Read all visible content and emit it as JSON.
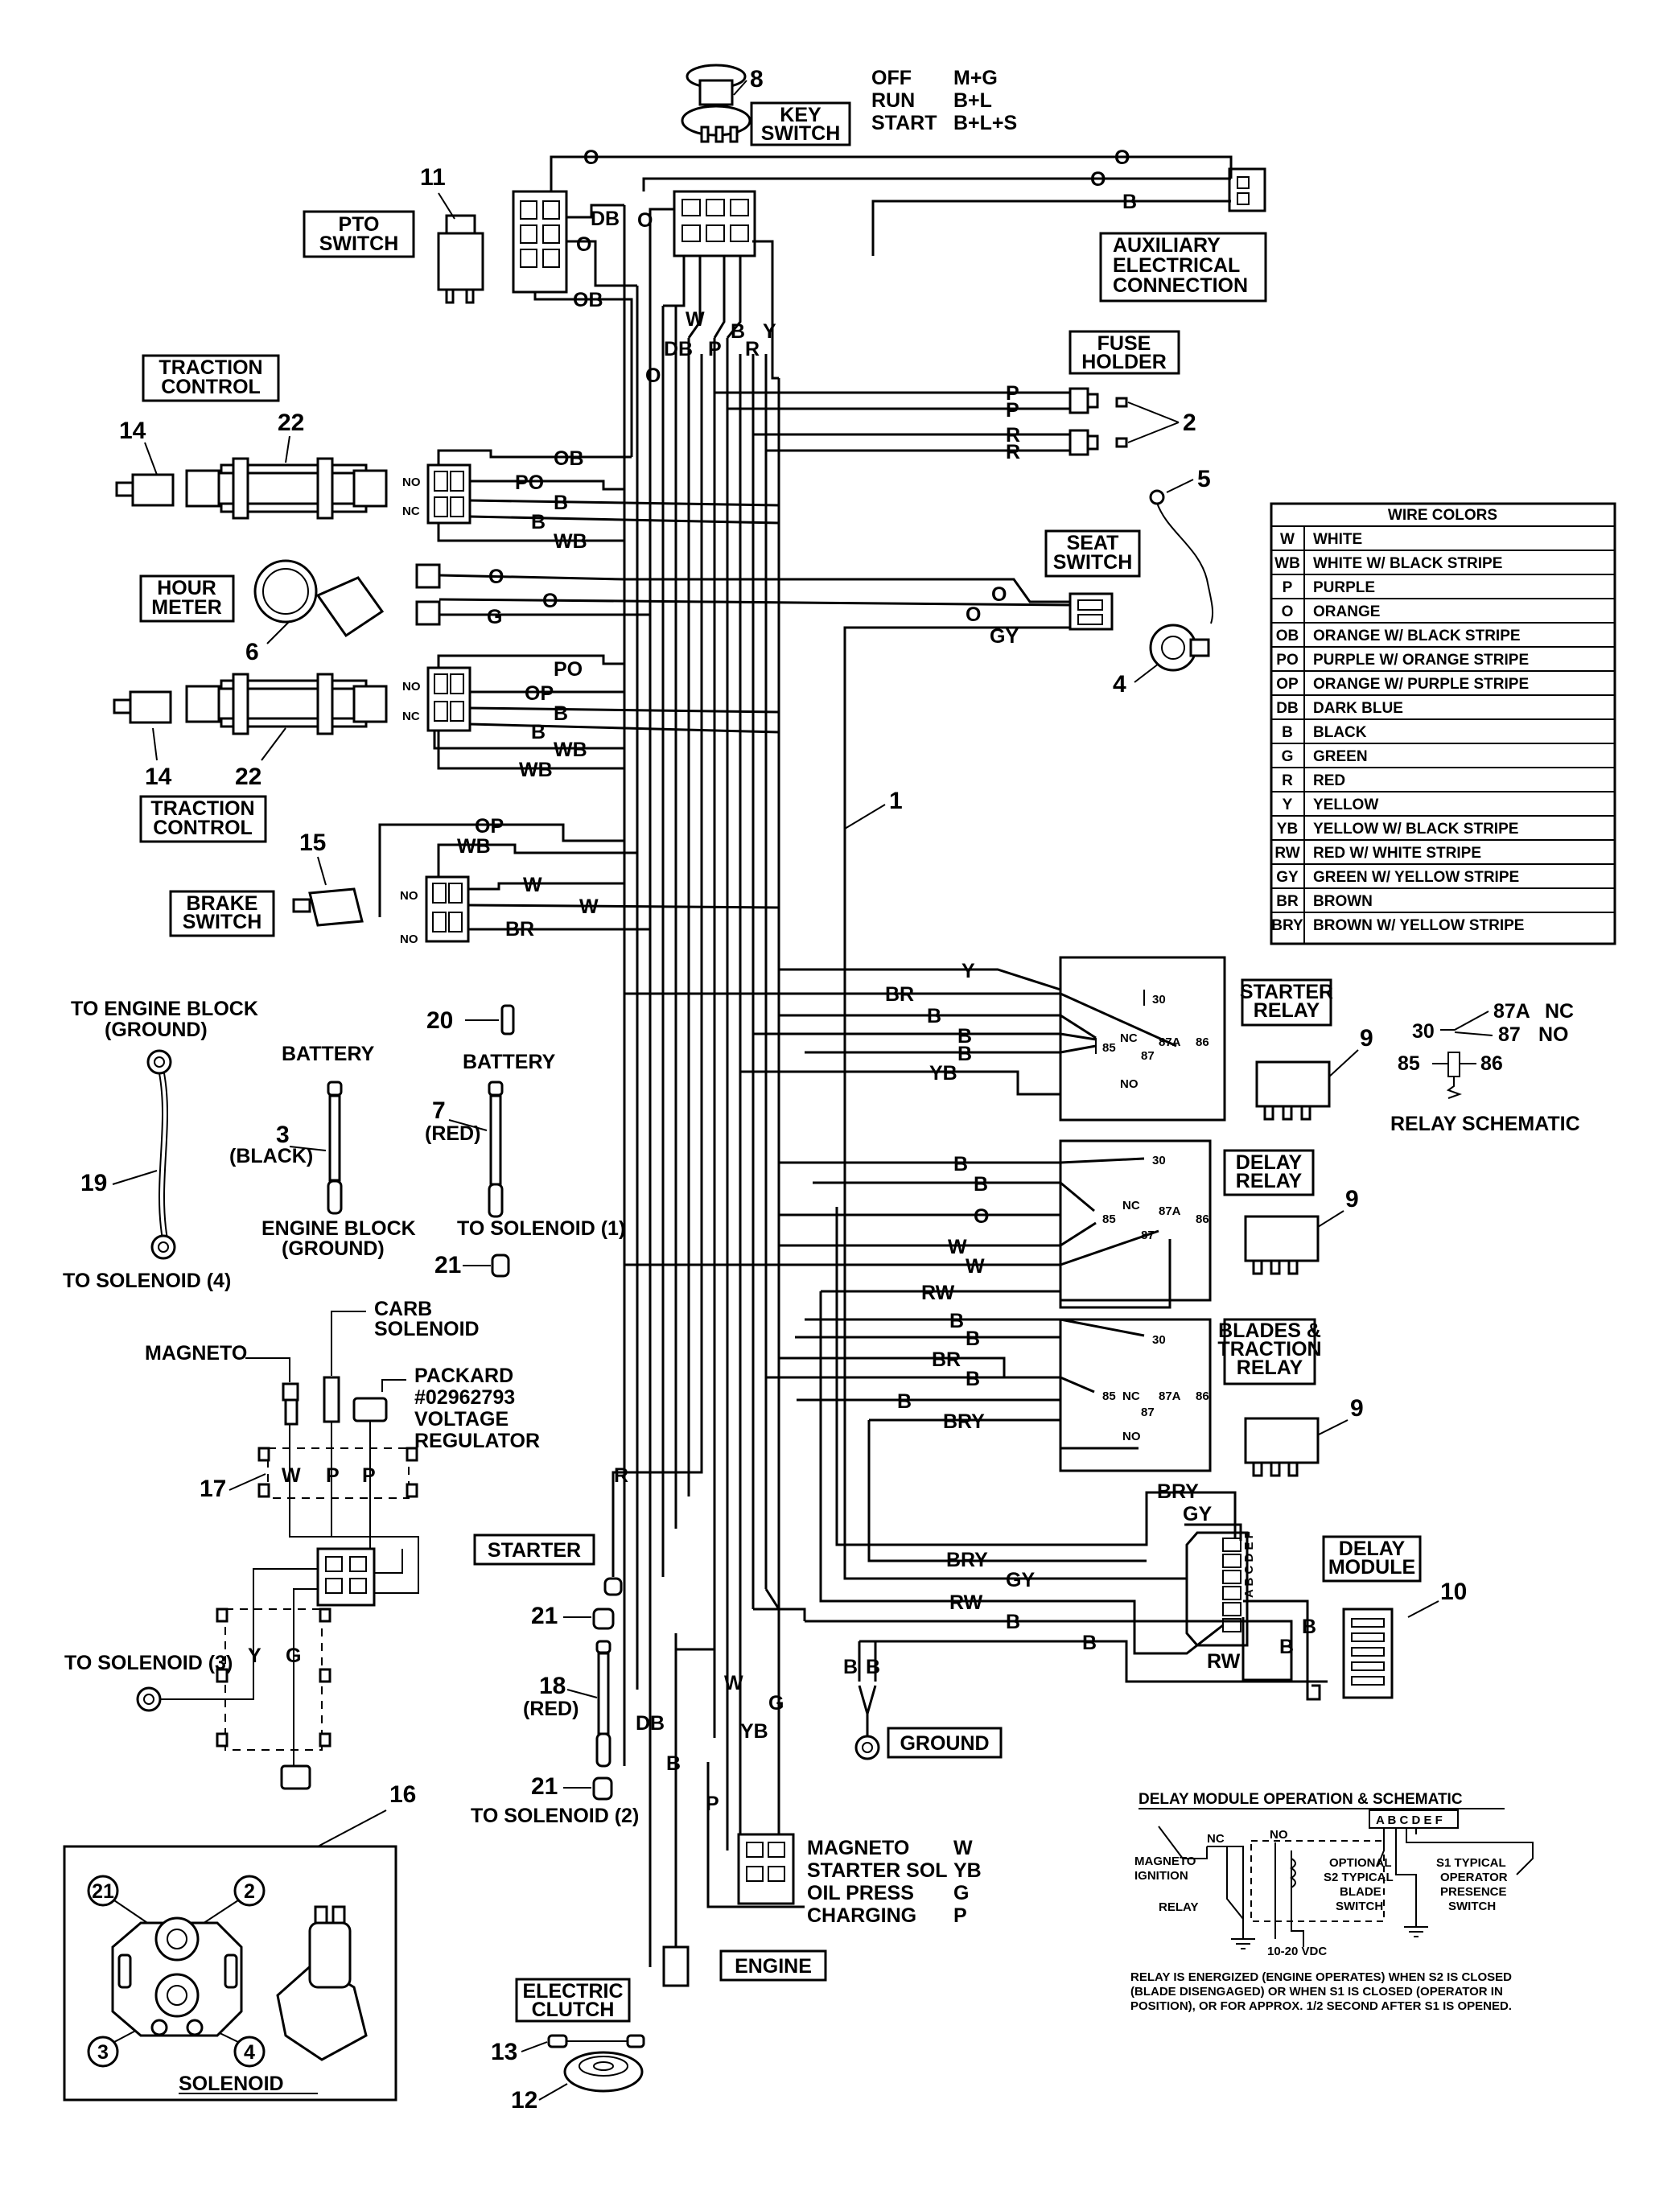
{
  "key_switch": {
    "label": [
      "KEY",
      "SWITCH"
    ],
    "callout": "8",
    "positions": [
      {
        "name": "OFF",
        "contacts": "M+G"
      },
      {
        "name": "RUN",
        "contacts": "B+L"
      },
      {
        "name": "START",
        "contacts": "B+L+S"
      }
    ]
  },
  "component_labels": {
    "pto_switch": [
      "PTO",
      "SWITCH"
    ],
    "aux_connection": [
      "AUXILIARY",
      "ELECTRICAL",
      "CONNECTION"
    ],
    "fuse_holder": [
      "FUSE",
      "HOLDER"
    ],
    "traction_control_top": [
      "TRACTION",
      "CONTROL"
    ],
    "traction_control_bottom": [
      "TRACTION",
      "CONTROL"
    ],
    "hour_meter": [
      "HOUR",
      "METER"
    ],
    "seat_switch": [
      "SEAT",
      "SWITCH"
    ],
    "brake_switch": [
      "BRAKE",
      "SWITCH"
    ],
    "starter_relay": [
      "STARTER",
      "RELAY"
    ],
    "delay_relay": [
      "DELAY",
      "RELAY"
    ],
    "blades_traction_relay": [
      "BLADES &",
      "TRACTION",
      "RELAY"
    ],
    "delay_module": [
      "DELAY",
      "MODULE"
    ],
    "starter": "STARTER",
    "ground": "GROUND",
    "engine": "ENGINE",
    "electric_clutch": [
      "ELECTRIC",
      "CLUTCH"
    ]
  },
  "callouts": {
    "n11": "11",
    "n2": "2",
    "n5": "5",
    "n4": "4",
    "n14a": "14",
    "n22a": "22",
    "n6": "6",
    "n14b": "14",
    "n22b": "22",
    "n15": "15",
    "n1": "1",
    "n9a": "9",
    "n9b": "9",
    "n9c": "9",
    "n10": "10",
    "n20": "20",
    "n3": "3",
    "n7": "7",
    "n19": "19",
    "n21a": "21",
    "n17": "17",
    "n21b": "21",
    "n18": "18",
    "n21c": "21",
    "n16": "16",
    "n13": "13",
    "n12": "12"
  },
  "misc_labels": {
    "to_engine_block": [
      "TO ENGINE BLOCK",
      "(GROUND)"
    ],
    "to_solenoid_4": "TO SOLENOID (4)",
    "battery_left": "BATTERY",
    "black": "(BLACK)",
    "engine_block": [
      "ENGINE BLOCK",
      "(GROUND)"
    ],
    "battery_right": "BATTERY",
    "red": "(RED)",
    "to_solenoid_1": "TO SOLENOID (1)",
    "magneto": "MAGNETO",
    "carb_solenoid": [
      "CARB",
      "SOLENOID"
    ],
    "packard": [
      "PACKARD",
      "#02962793",
      "VOLTAGE",
      "REGULATOR"
    ],
    "to_solenoid_3": "TO SOLENOID (3)",
    "red_18": "(RED)",
    "to_solenoid_2": "TO SOLENOID (2)",
    "solenoid_caption": "SOLENOID",
    "no": "NO",
    "nc": "NC"
  },
  "engine_connector": [
    {
      "name": "MAGNETO",
      "code": "W"
    },
    {
      "name": "STARTER SOL",
      "code": "YB"
    },
    {
      "name": "OIL PRESS",
      "code": "G"
    },
    {
      "name": "CHARGING",
      "code": "P"
    }
  ],
  "relay_schematic": {
    "title": "RELAY SCHEMATIC",
    "t30": "30",
    "t87a": "87A",
    "nc": "NC",
    "t87": "87",
    "no": "NO",
    "t85": "85",
    "t86": "86"
  },
  "relay_terminals": {
    "t30": "30",
    "t85": "85",
    "t86": "86",
    "t87": "87",
    "t87a": "87A",
    "nc": "NC",
    "no": "NO"
  },
  "wire_colors": {
    "title": "WIRE COLORS",
    "rows": [
      {
        "code": "W",
        "name": "WHITE"
      },
      {
        "code": "WB",
        "name": "WHITE W/ BLACK STRIPE"
      },
      {
        "code": "P",
        "name": "PURPLE"
      },
      {
        "code": "O",
        "name": "ORANGE"
      },
      {
        "code": "OB",
        "name": "ORANGE W/ BLACK STRIPE"
      },
      {
        "code": "PO",
        "name": "PURPLE W/ ORANGE STRIPE"
      },
      {
        "code": "OP",
        "name": "ORANGE W/ PURPLE STRIPE"
      },
      {
        "code": "DB",
        "name": "DARK BLUE"
      },
      {
        "code": "B",
        "name": "BLACK"
      },
      {
        "code": "G",
        "name": "GREEN"
      },
      {
        "code": "R",
        "name": "RED"
      },
      {
        "code": "Y",
        "name": "YELLOW"
      },
      {
        "code": "YB",
        "name": "YELLOW W/ BLACK STRIPE"
      },
      {
        "code": "RW",
        "name": "RED W/ WHITE STRIPE"
      },
      {
        "code": "GY",
        "name": "GREEN W/ YELLOW STRIPE"
      },
      {
        "code": "BR",
        "name": "BROWN"
      },
      {
        "code": "BRY",
        "name": "BROWN W/ YELLOW STRIPE"
      }
    ]
  },
  "delay_module_schematic": {
    "title": "DELAY MODULE OPERATION & SCHEMATIC",
    "pins": "A B C D E F",
    "nc": "NC",
    "no": "NO",
    "magneto": [
      "MAGNETO",
      "IGNITION"
    ],
    "relay": "RELAY",
    "s2": [
      "OPTIONAL",
      "S2 TYPICAL",
      "BLADE",
      "SWITCH"
    ],
    "s1": [
      "S1 TYPICAL",
      "OPERATOR",
      "PRESENCE",
      "SWITCH"
    ],
    "vdc": "10-20 VDC",
    "note": [
      "RELAY IS ENERGIZED (ENGINE OPERATES) WHEN S2 IS CLOSED",
      "(BLADE DISENGAGED) OR WHEN S1 IS CLOSED (OPERATOR IN",
      "POSITION), OR FOR APPROX. 1/2 SECOND AFTER S1 IS OPENED."
    ]
  },
  "delay_module_pins": "A B C D E F",
  "wire_labels": {
    "o1": "O",
    "o2": "O",
    "o3": "O",
    "b_aux": "B",
    "db_pto": "DB",
    "o_pto": "O",
    "ob_pto": "OB",
    "w_k": "W",
    "db_k": "DB",
    "p_k": "P",
    "b_k": "B",
    "r_k": "R",
    "y_k": "Y",
    "o_v": "O",
    "p_f1": "P",
    "p_f2": "P",
    "r_f1": "R",
    "r_f2": "R",
    "ob_t": "OB",
    "po_t": "PO",
    "b_t1": "B",
    "b_t2": "B",
    "wb_t": "WB",
    "o_h1": "O",
    "o_h2": "O",
    "g_h": "G",
    "o_s1": "O",
    "o_s2": "O",
    "gy_s": "GY",
    "po_t2": "PO",
    "op_t2": "OP",
    "b_t3": "B",
    "b_t4": "B",
    "wb_t2": "WB",
    "wb_t3": "WB",
    "op_b": "OP",
    "wb_b": "WB",
    "w_b1": "W",
    "w_b2": "W",
    "br_b": "BR",
    "y_sr": "Y",
    "br_sr": "BR",
    "b_sr1": "B",
    "b_sr2": "B",
    "b_sr3": "B",
    "yb_sr": "YB",
    "b_dr1": "B",
    "b_dr2": "B",
    "o_dr": "O",
    "w_dr1": "W",
    "w_dr2": "W",
    "rw_dr": "RW",
    "b_bt1": "B",
    "b_bt2": "B",
    "br_bt": "BR",
    "b_bt3": "B",
    "b_bt4": "B",
    "bry_bt": "BRY",
    "bry_m1": "BRY",
    "gy_m1": "GY",
    "bry_m2": "BRY",
    "gy_m2": "GY",
    "rw_m1": "RW",
    "b_m1": "B",
    "rw_m2": "RW",
    "b_m2": "B",
    "b_m3": "B",
    "b_m4": "B",
    "r_st": "R",
    "db_cl": "DB",
    "b_cl": "B",
    "w_en": "W",
    "yb_en": "YB",
    "g_en": "G",
    "p_en": "P",
    "b_g1": "B",
    "b_g2": "B",
    "w_vr": "W",
    "p_vr1": "P",
    "p_vr2": "P",
    "y_vr": "Y",
    "g_vr": "G"
  }
}
